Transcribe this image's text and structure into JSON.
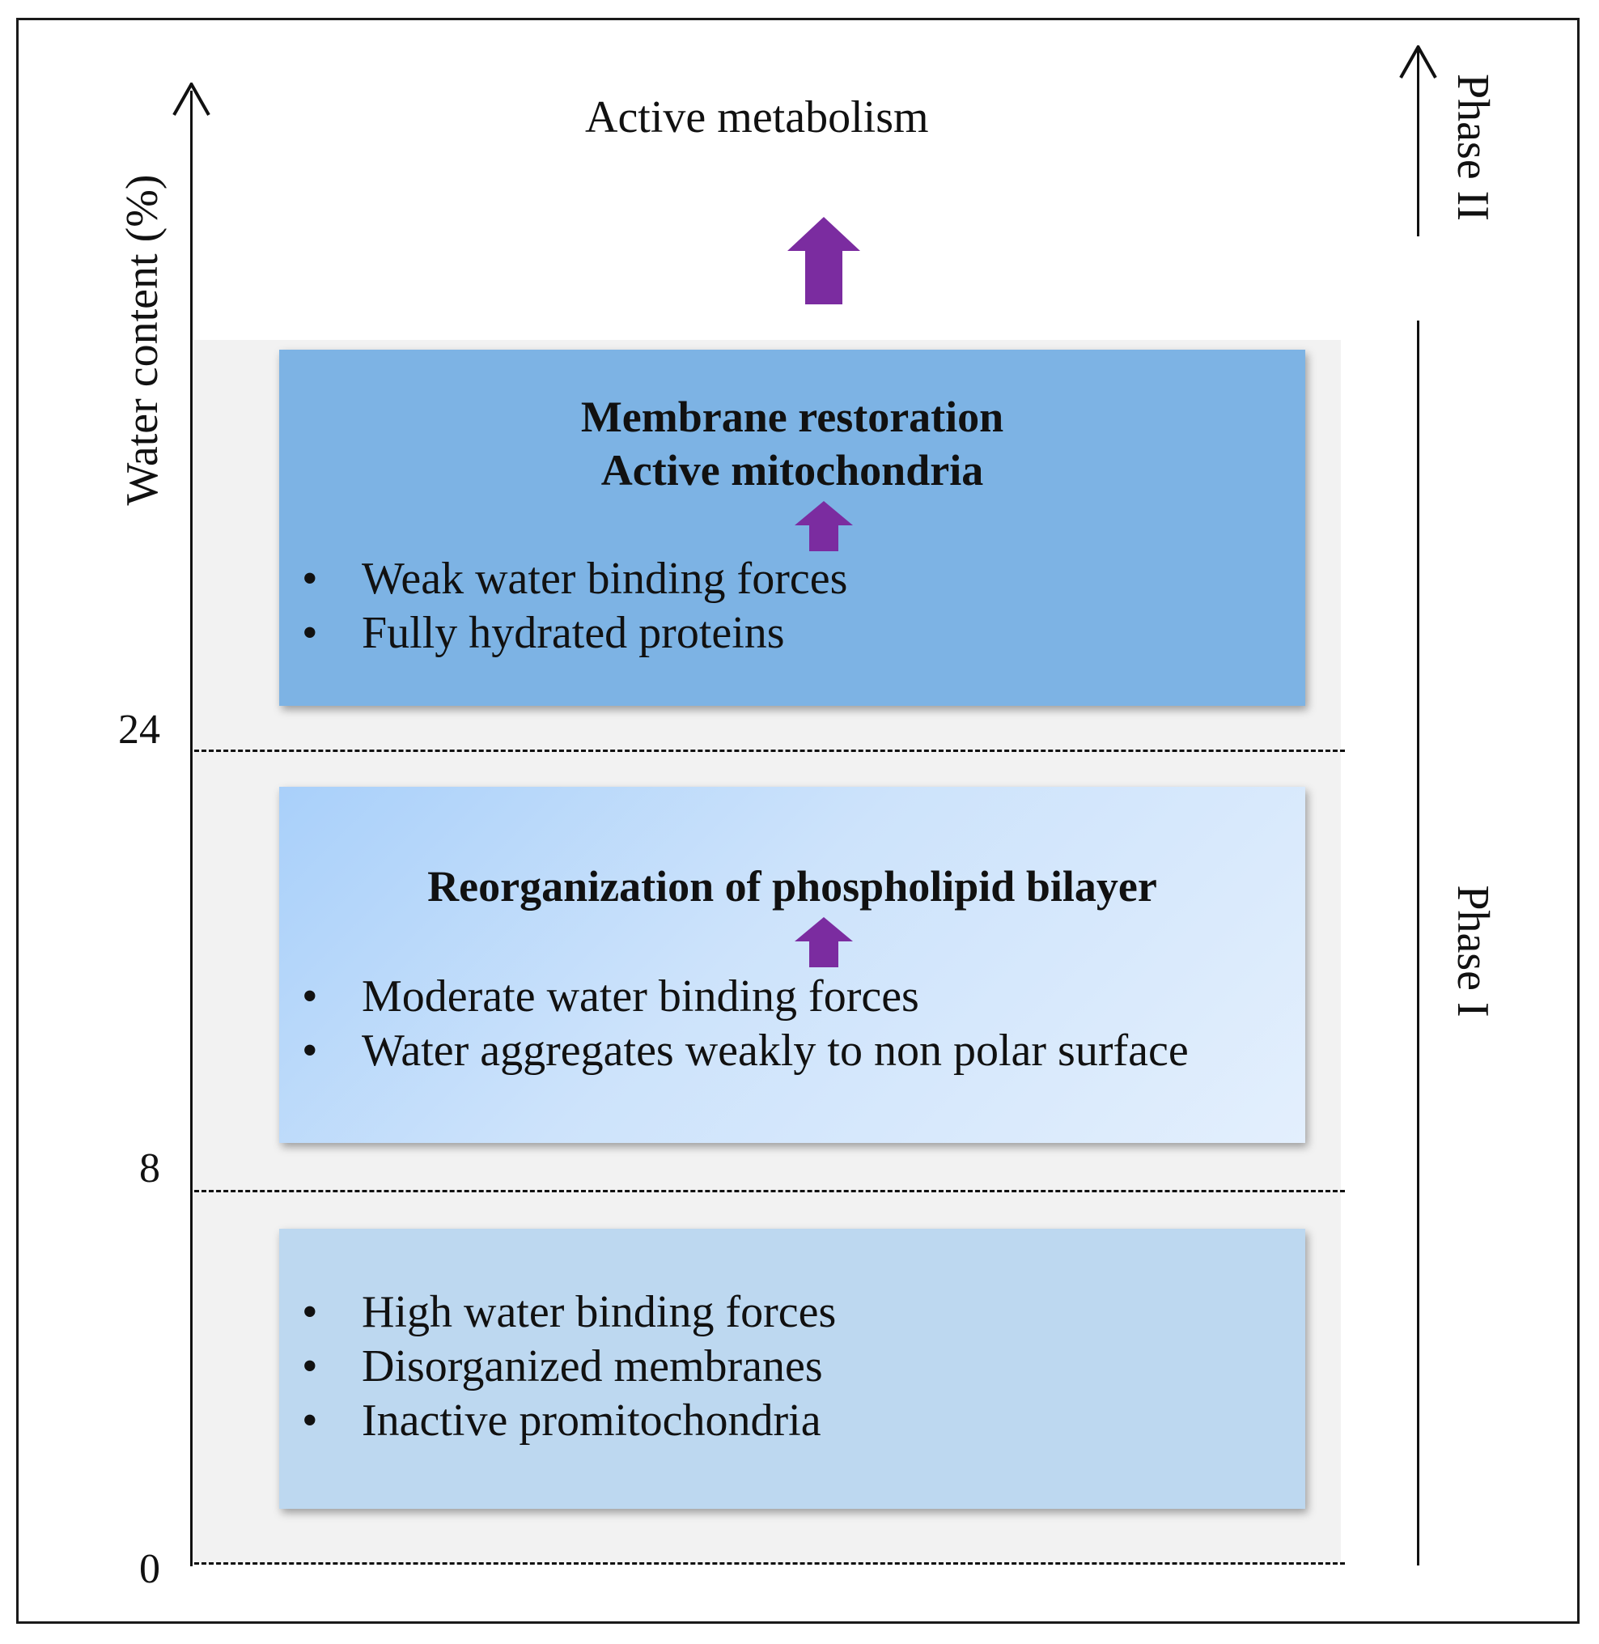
{
  "diagram": {
    "top_label": "Active metabolism",
    "y_axis": {
      "label": "Water content (%)",
      "ticks": [
        "0",
        "8",
        "24"
      ]
    },
    "phases": [
      {
        "label": "Phase II"
      },
      {
        "label": "Phase I"
      }
    ],
    "boxes": [
      {
        "title_lines": [
          "Membrane restoration",
          "Active mitochondria"
        ],
        "bullets": [
          "Weak water binding forces",
          "Fully hydrated proteins"
        ]
      },
      {
        "title_lines": [
          "Reorganization of phospholipid bilayer"
        ],
        "bullets": [
          "Moderate water binding forces",
          "Water aggregates weakly to non polar surface"
        ]
      },
      {
        "title_lines": [],
        "bullets": [
          "High water binding forces",
          "Disorganized membranes",
          "Inactive promitochondria"
        ]
      }
    ],
    "bullet_symbol": "•",
    "colors": {
      "arrow": "#7b2ca0",
      "box_top": "#7db3e4",
      "box_middle": "#c6e0fb",
      "box_bottom": "#bdd8f0",
      "panel": "#f2f2f2"
    }
  }
}
